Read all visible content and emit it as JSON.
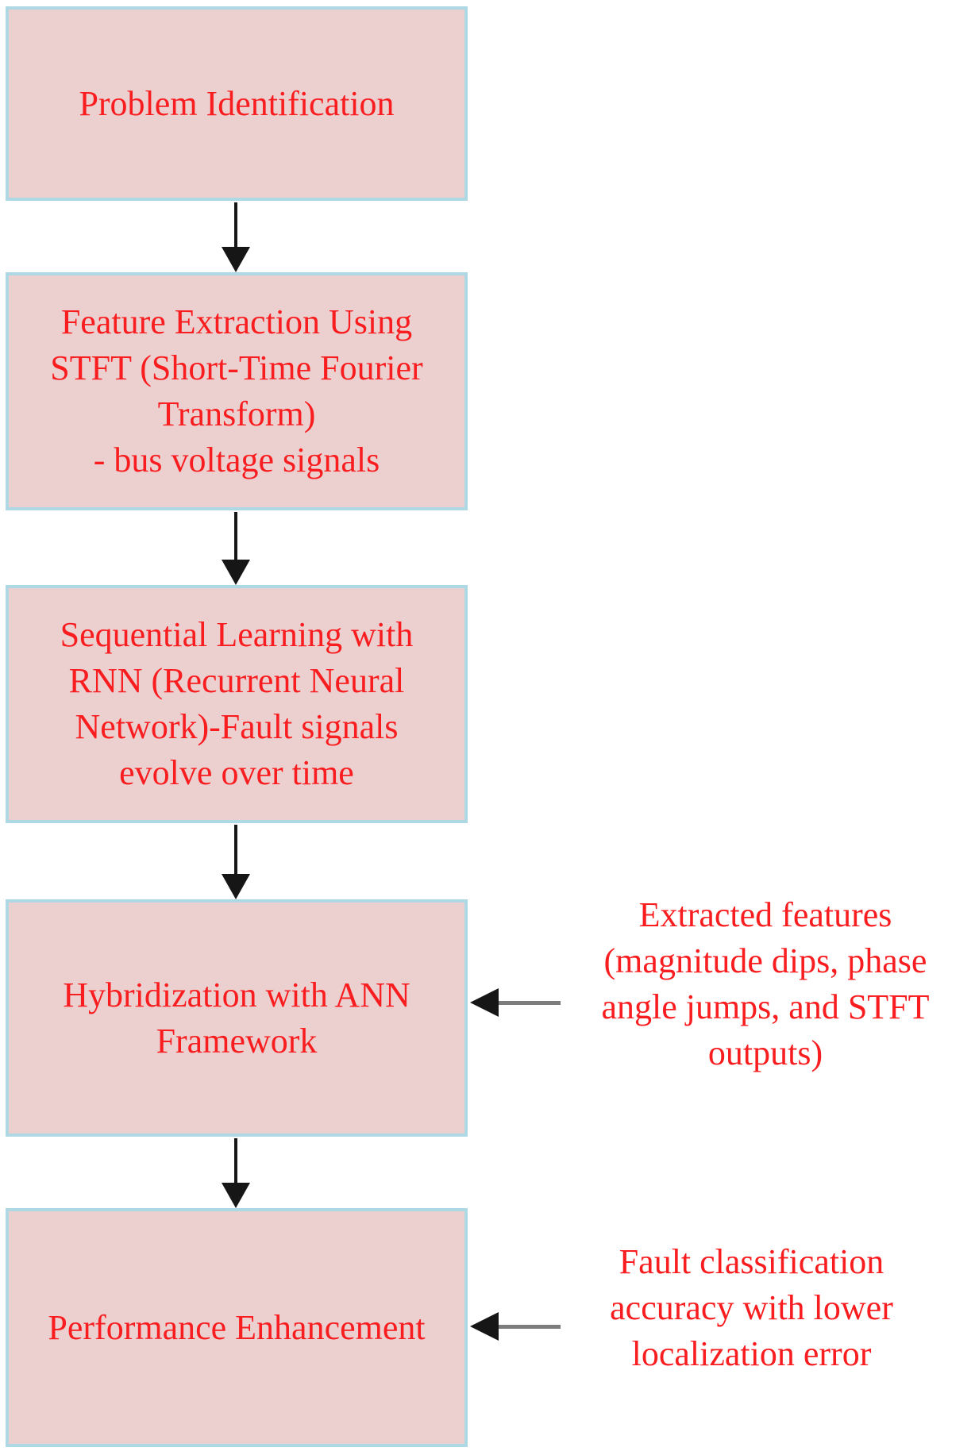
{
  "boxes": [
    {
      "label": "Problem Identification"
    },
    {
      "label": "Feature Extraction Using\nSTFT (Short-Time Fourier\nTransform)\n- bus voltage signals"
    },
    {
      "label": "Sequential Learning with\nRNN (Recurrent Neural\nNetwork)-Fault signals\nevolve over time"
    },
    {
      "label": "Hybridization with ANN\nFramework"
    },
    {
      "label": "Performance Enhancement"
    }
  ],
  "annotations": [
    {
      "label": "Extracted features\n(magnitude dips, phase\nangle jumps, and STFT\noutputs)"
    },
    {
      "label": "Fault classification\naccuracy with lower\nlocalization error"
    }
  ],
  "colors": {
    "background": "#ffffff",
    "box_fill": "#ecd0d0",
    "box_border": "#aed8e4",
    "text_red": "#f91d20",
    "arrow_black": "#161616",
    "arrow_shaft_gray": "#7d7d7d"
  }
}
